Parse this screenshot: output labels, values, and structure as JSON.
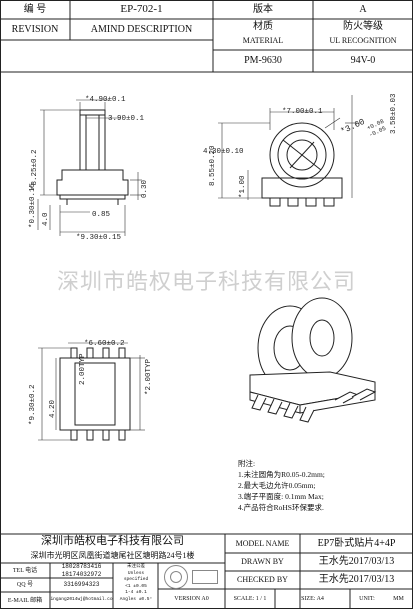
{
  "header": {
    "bianhao_label": "编  号",
    "part_number": "EP-702-1",
    "version_label": "版本",
    "version_value": "A",
    "revision_label": "REVISION",
    "amind_label": "AMIND DESCRIPTION",
    "material_label_cn": "材质",
    "material_label_en": "MATERIAL",
    "ul_label_cn": "防火等级",
    "ul_label_en": "UL RECOGNITION",
    "material_value": "PM-9630",
    "ul_value": "94V-0"
  },
  "dimensions": {
    "d1": "4.90±0.1",
    "d2": "3.90±0.1",
    "d3": "8.25±0.2",
    "d4": "0.30",
    "d5": "0.85",
    "d6": "0.30±0.15",
    "d7": "4.0",
    "d8": "9.30±0.15",
    "d9": "7.00±0.1",
    "d10": "3.60",
    "d11": "+0.08",
    "d12": "-0.05",
    "d13": "4.30±0.10",
    "d14": "8.55±0.20",
    "d15": "3.58±0.03",
    "d16": "1.00",
    "d17": "6.60±0.2",
    "d18": "2.00TYP",
    "d19": "2.00TYP",
    "d20": "9.30±0.2",
    "d21": "4.20"
  },
  "watermark": "深圳市皓权电子科技有限公司",
  "notes": {
    "title": "附注:",
    "items": [
      "1.未注圆角为R0.05-0.2mm;",
      "2.最大毛边允许0.05mm;",
      "3.端子平面度: 0.1mm Max;",
      "4.产品符合RoHS环保要求."
    ]
  },
  "company": {
    "name": "深圳市皓权电子科技有限公司",
    "address": "深圳市光明区凤凰街道塘尾社区塘明路24号1楼",
    "tel_label": "TEL 电话",
    "tel_value_1": "18028783416",
    "tel_value_2": "18174032972",
    "qq_label": "QQ 号",
    "qq_value": "3316994323",
    "email_label": "E-MAIL 邮箱",
    "email_value": "xingang2014wj@hotmail.com",
    "stamp_text_1": "未注公差",
    "stamp_text_2": "Unless",
    "stamp_text_3": "specified",
    "stamp_text_4": "<1 ±0.05",
    "stamp_text_5": "1-4 ±0.1",
    "stamp_text_6": "Angles ±0.5°",
    "version_label": "VERSION A0"
  },
  "title_block": {
    "model_label": "MODEL NAME",
    "model_value": "EP7卧式贴片4+4P",
    "drawn_label": "DRAWN BY",
    "drawn_value": "王水先2017/03/13",
    "checked_label": "CHECKED BY",
    "checked_value": "王水先2017/03/13",
    "scale_label": "SCALE: 1 / 1",
    "size_label": "SIZE: A4",
    "unit_label": "UNIT:",
    "unit_value": "MM"
  }
}
